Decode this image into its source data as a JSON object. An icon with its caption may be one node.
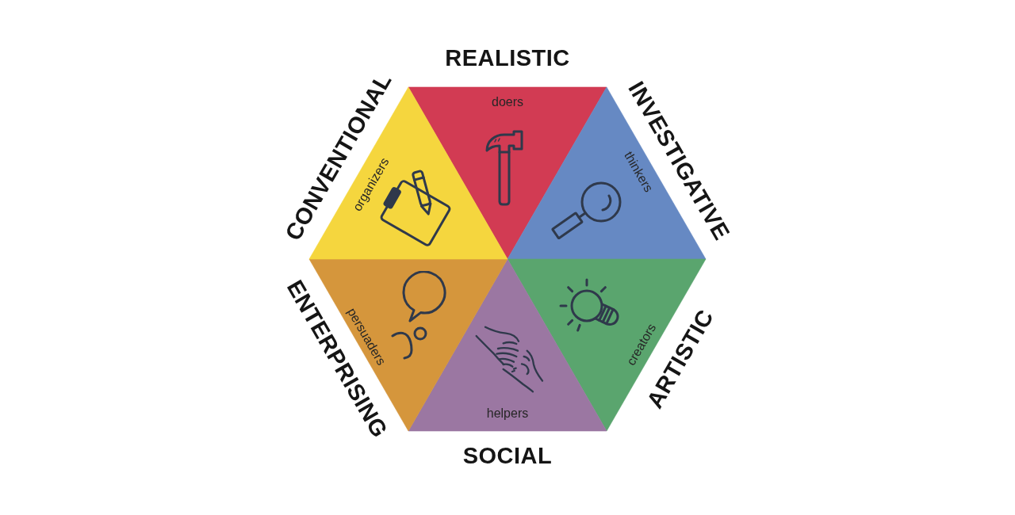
{
  "diagram": {
    "nodes": [
      {
        "text": [
          "REALISTIC",
          "doers"
        ]
      },
      {
        "text": [
          "INVESTIGATIVE",
          "thinkers"
        ]
      },
      {
        "text": [
          "ARTISTIC",
          "creators"
        ]
      },
      {
        "text": [
          "helpers",
          "SOCIAL"
        ]
      },
      {
        "text": [
          "ENTERPRISING",
          "persuaders"
        ]
      },
      {
        "text": [
          "CONVENTIONAL",
          "organizers"
        ]
      }
    ]
  }
}
